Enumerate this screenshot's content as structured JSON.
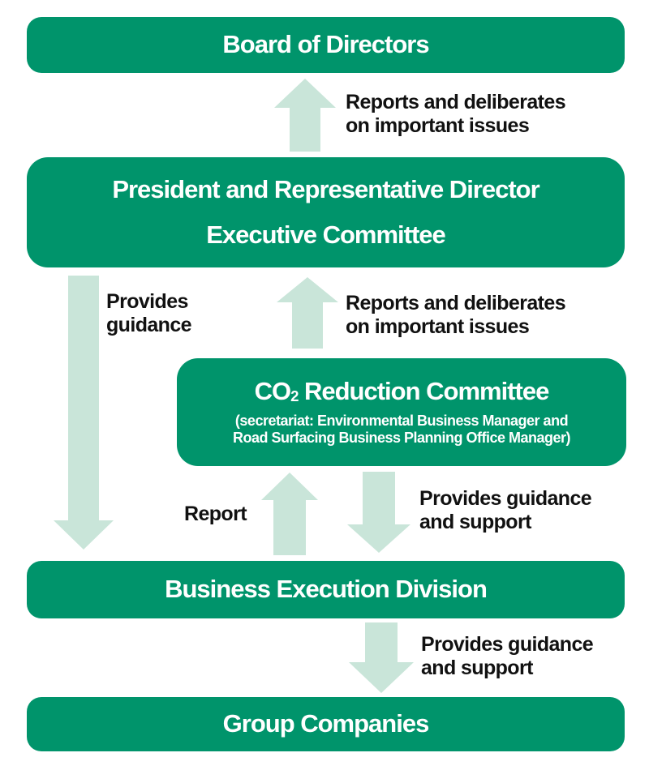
{
  "colors": {
    "box_green": "#00946b",
    "arrow_green": "#c9e5d9",
    "label_text": "#111111",
    "box_text": "#ffffff"
  },
  "boxes": {
    "board": {
      "label": "Board of Directors"
    },
    "president": {
      "lines": [
        "President and Representative Director",
        "Executive Committee"
      ]
    },
    "co2": {
      "title_main": "CO",
      "title_subscript": "2",
      "title_rest": "Reduction Committee",
      "subtitle_lines": [
        "(secretariat: Environmental Business Manager and",
        "Road Surfacing Business Planning Office Manager)"
      ]
    },
    "business": {
      "label": "Business Execution Division"
    },
    "group": {
      "label": "Group Companies"
    }
  },
  "labels": {
    "reports_top": {
      "lines": [
        "Reports and deliberates",
        "on important issues"
      ]
    },
    "provides_guidance": {
      "lines": [
        "Provides",
        "guidance"
      ]
    },
    "reports_mid": {
      "lines": [
        "Reports and deliberates",
        "on important issues"
      ]
    },
    "report": {
      "lines": [
        "Report"
      ]
    },
    "guidance_support_mid": {
      "lines": [
        "Provides guidance",
        "and support"
      ]
    },
    "guidance_support_bottom": {
      "lines": [
        "Provides guidance",
        "and support"
      ]
    }
  },
  "arrows": [
    {
      "name": "up-arrow-to-board",
      "direction": "up"
    },
    {
      "name": "up-arrow-to-president",
      "direction": "up"
    },
    {
      "name": "down-arrow-guidance-tall",
      "direction": "down"
    },
    {
      "name": "up-arrow-report",
      "direction": "up"
    },
    {
      "name": "down-arrow-guidance-support",
      "direction": "down"
    },
    {
      "name": "down-arrow-to-group",
      "direction": "down"
    }
  ]
}
